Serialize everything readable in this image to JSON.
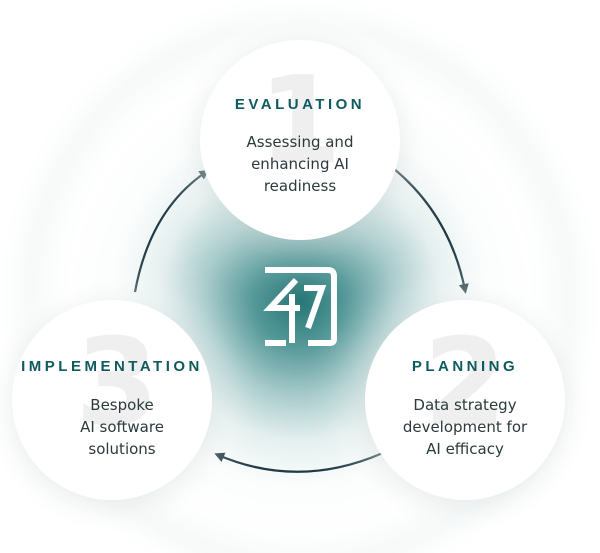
{
  "diagram": {
    "accent_color": "#0f5a5f",
    "arrow_color": "#1f3a44",
    "center_glow_color": "#1a6e6e",
    "center_logo": {
      "icon": "logo-47-icon",
      "text": "47"
    },
    "steps": [
      {
        "number": "1",
        "title": "EVALUATION",
        "description_lines": [
          "Assessing and",
          "enhancing AI",
          "readiness"
        ]
      },
      {
        "number": "2",
        "title": "PLANNING",
        "description_lines": [
          "Data strategy",
          "development for",
          "AI efficacy"
        ]
      },
      {
        "number": "3",
        "title": "IMPLEMENTATION",
        "description_lines": [
          "Bespoke",
          "AI software",
          "solutions"
        ]
      }
    ]
  }
}
